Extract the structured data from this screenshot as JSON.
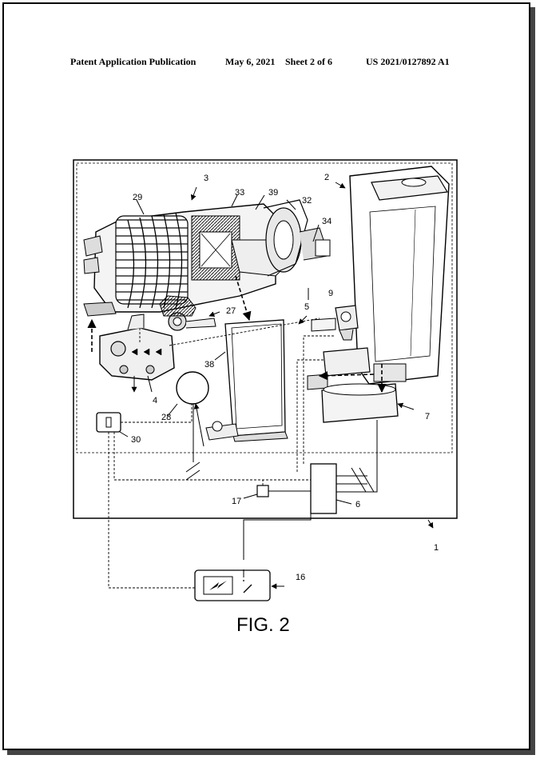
{
  "header": {
    "publication": "Patent Application Publication",
    "date": "May 6, 2021",
    "sheet": "Sheet 2 of 6",
    "number": "US 2021/0127892 A1"
  },
  "figure": {
    "caption": "FIG. 2",
    "labels": {
      "l1": "1",
      "l2": "2",
      "l3": "3",
      "l4": "4",
      "l5": "5",
      "l6": "6",
      "l7": "7",
      "l9": "9",
      "l16": "16",
      "l17": "17",
      "l27": "27",
      "l28": "28",
      "l29": "29",
      "l30": "30",
      "l32": "32",
      "l33": "33",
      "l34": "34",
      "l38": "38",
      "l39": "39"
    }
  }
}
